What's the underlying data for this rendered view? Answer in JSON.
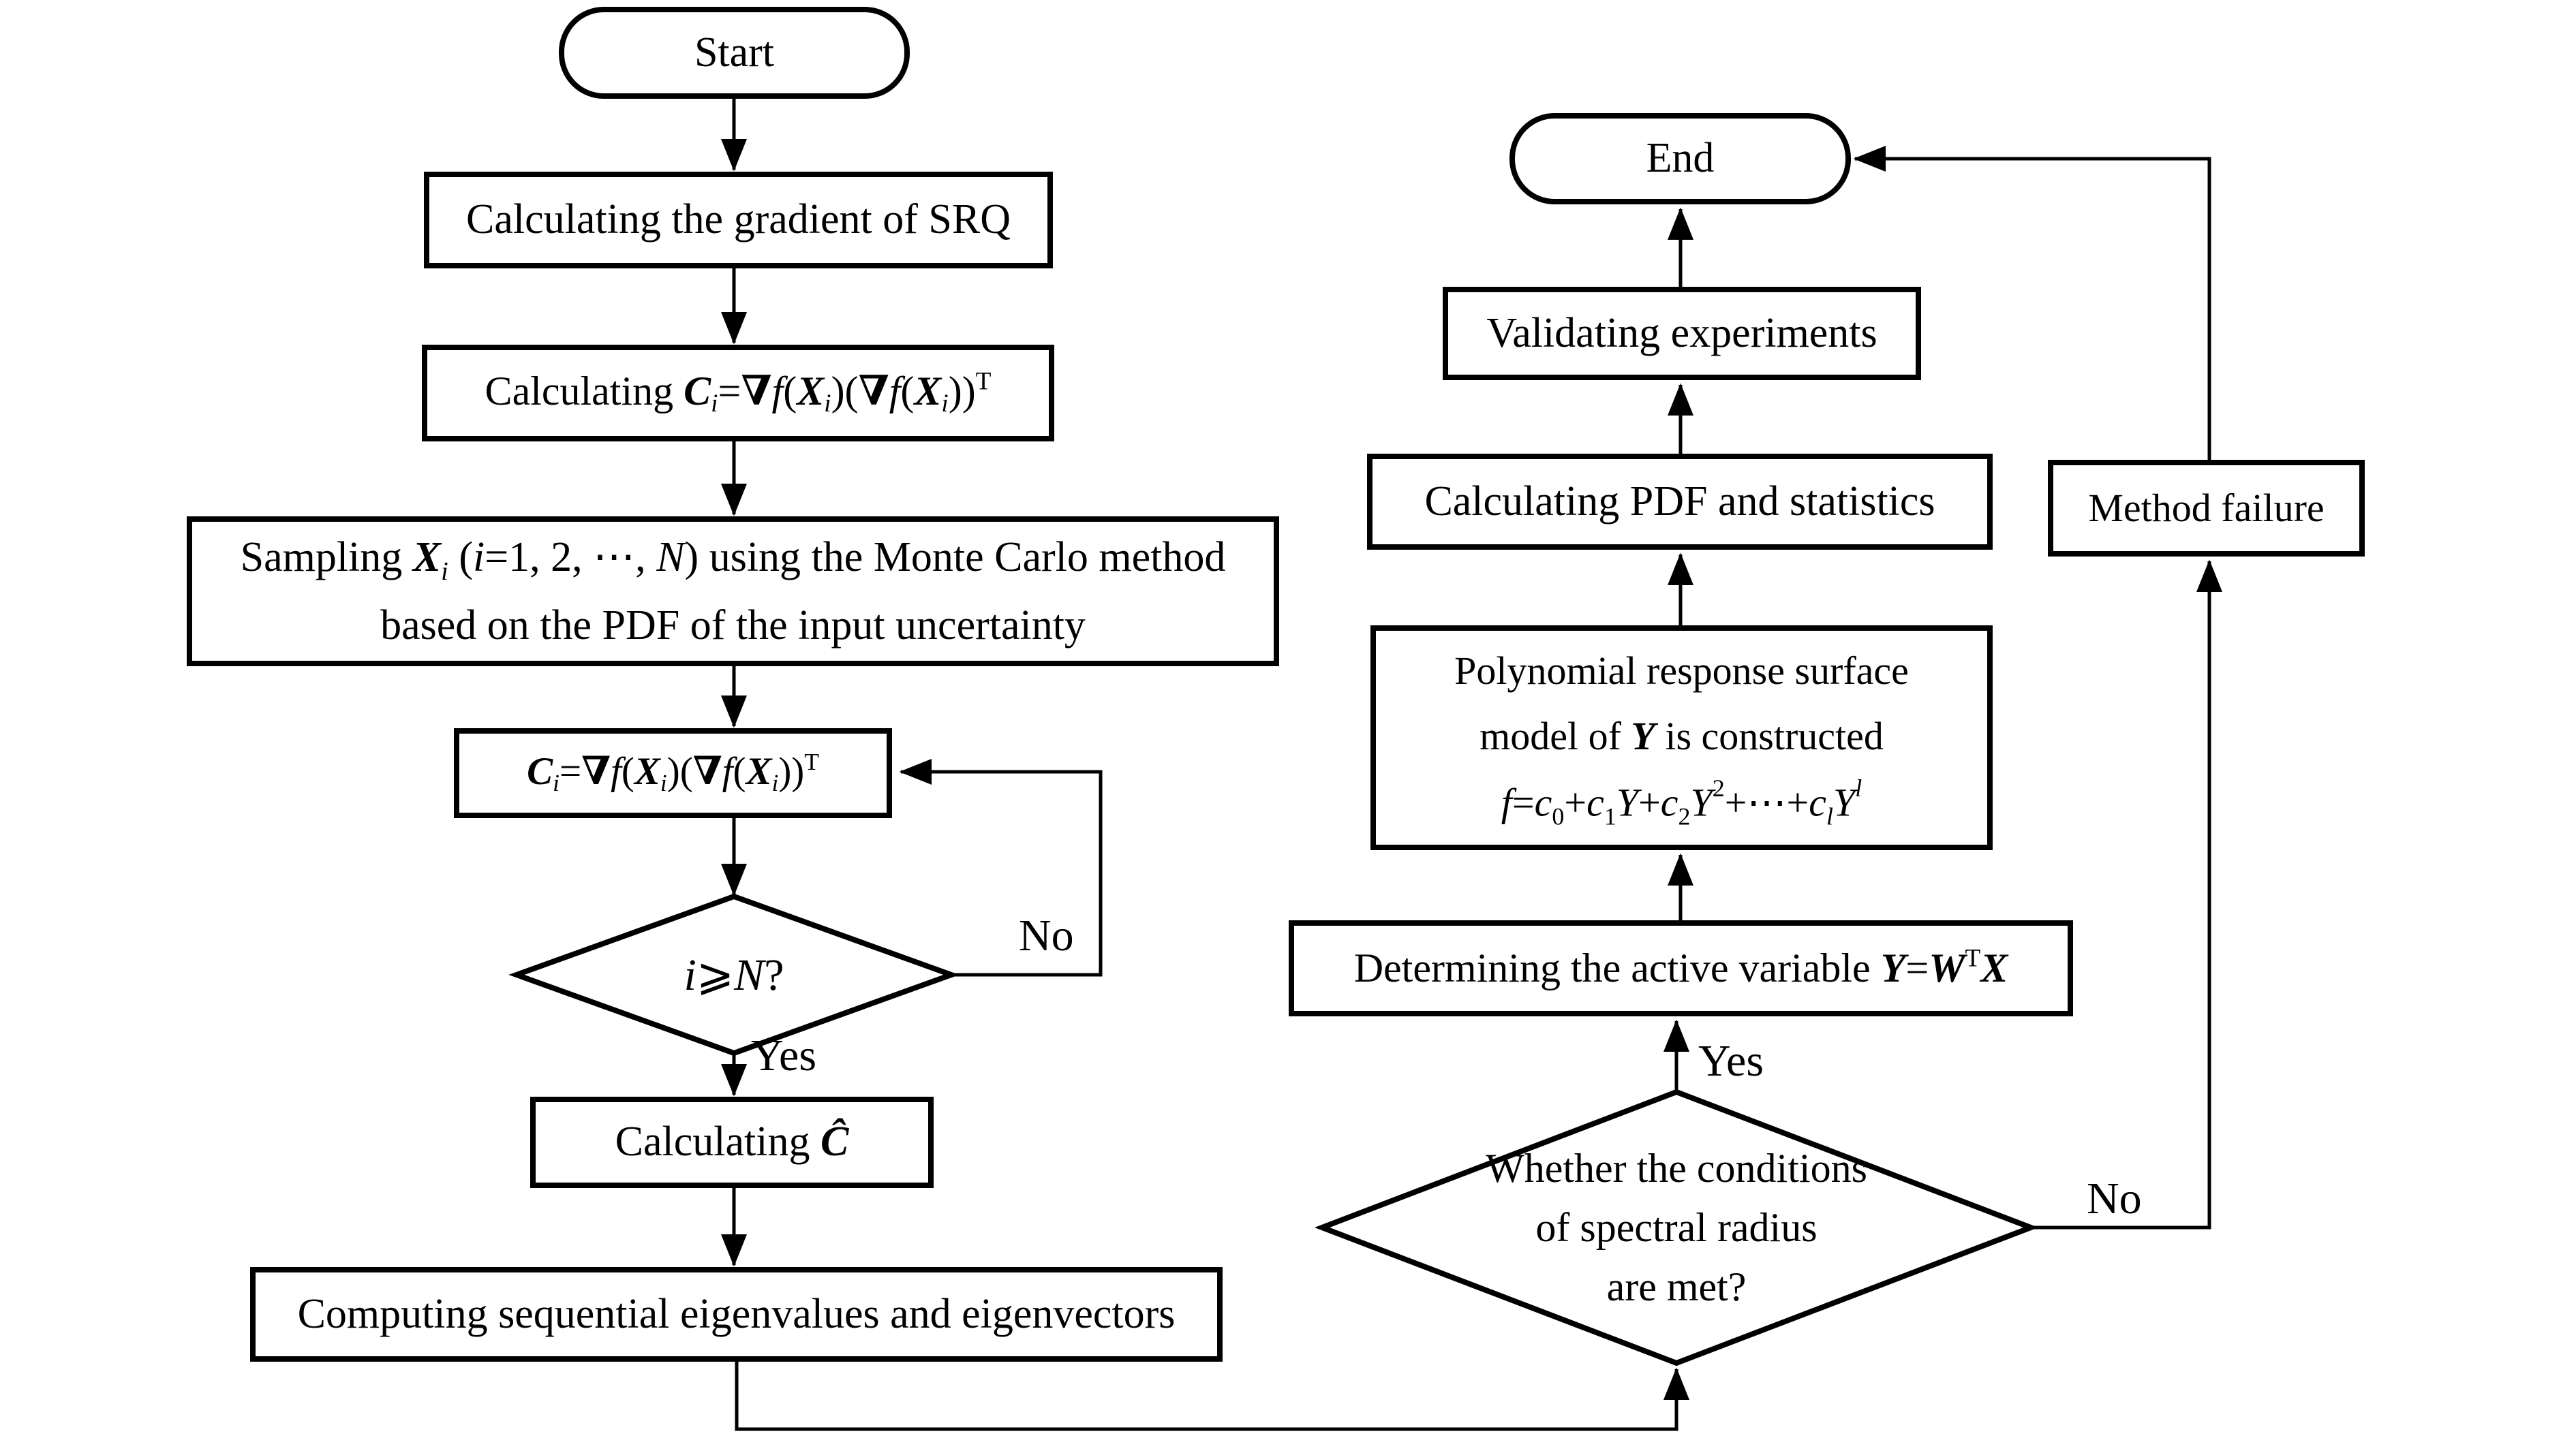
{
  "figure": {
    "background": "#ffffff",
    "line_color": "#000000",
    "type": "flowchart"
  },
  "nodes": {
    "start": {
      "label": "Start",
      "shape": "terminator"
    },
    "grad": {
      "label": "Calculating the gradient of SRQ",
      "shape": "process"
    },
    "calc_ci": {
      "rich": "Calculating [bi:C][isub:i]=[b:∇][i:f]([bi:X][isub:i])([b:∇][i:f]([bi:X][isub:i]))[sup:T]",
      "shape": "process"
    },
    "sampling": {
      "lines_rich": [
        "Sampling [bi:X][isub:i] ([i:i]=1, 2, ⋯, [i:N]) using the Monte Carlo method",
        "based on the PDF of the input uncertainty"
      ],
      "shape": "process"
    },
    "ci_update": {
      "rich": "[bi:C][isub:i]=[b:∇][i:f]([bi:X][isub:i])([b:∇][i:f]([bi:X][isub:i]))[sup:T]",
      "shape": "process"
    },
    "iter_check": {
      "rich": "[i:i]⩾[i:N]?",
      "shape": "decision"
    },
    "calc_chat": {
      "rich": "Calculating [bi:Ĉ]",
      "shape": "process"
    },
    "eigen": {
      "label": "Computing sequential eigenvalues and eigenvectors",
      "shape": "process"
    },
    "spectral_check": {
      "lines": [
        "Whether the conditions",
        "of spectral radius",
        "are met?"
      ],
      "shape": "decision"
    },
    "active_var": {
      "rich": "Determining the active variable [bi:Y]=[bi:W][sup:T][bi:X]",
      "shape": "process"
    },
    "poly": {
      "lines_rich": [
        "Polynomial response surface",
        "model of [bi:Y] is constructed",
        "[i:f]=[i:c][sub:0]+[i:c][sub:1][i:Y]+[i:c][sub:2][i:Y][sup:2]+⋯+[i:c][isub:l][i:Y][isup:l]"
      ],
      "shape": "process"
    },
    "pdf": {
      "label": "Calculating PDF and statistics",
      "shape": "process"
    },
    "validating": {
      "label": "Validating experiments",
      "shape": "process"
    },
    "end": {
      "label": "End",
      "shape": "terminator"
    },
    "failure": {
      "label": "Method failure",
      "shape": "process"
    }
  },
  "edge_labels": {
    "yes_iter": "Yes",
    "no_iter": "No",
    "yes_spectral": "Yes",
    "no_spectral": "No"
  }
}
